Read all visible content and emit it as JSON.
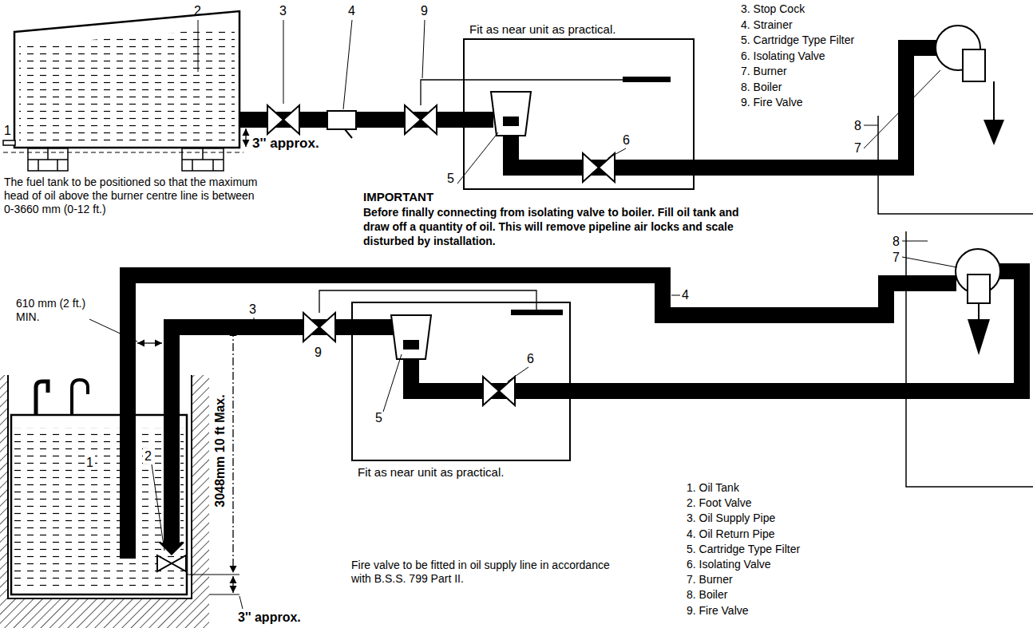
{
  "diagram": {
    "nodes": [
      {
        "text": [
          "Fit as near unit as practical."
        ]
      },
      {
        "text": [
          "Fit as near unit as practical."
        ]
      }
    ],
    "labels": [
      "3. Stop Cock",
      "4. Strainer",
      "5. Cartridge Type Filter",
      "6. Isolating Valve",
      "7. Burner",
      "8. Boiler",
      "9. Fire Valve",
      "2",
      "3",
      "4",
      "9",
      "1",
      "5",
      "6",
      "8",
      "7",
      "3'' approx.",
      "The fuel tank to be positioned so that the maximum head of oil above the burner centre line is between 0-3660 mm (0-12 ft.)",
      "IMPORTANT",
      "Before finally connecting from isolating valve to boiler. Fill oil tank and draw off a quantity of oil. This will remove pipeline air locks and scale disturbed by installation.",
      "610 mm (2 ft.) MIN.",
      "3",
      "4",
      "9",
      "5",
      "6",
      "8",
      "7",
      "1",
      "2",
      "3048mm 10 ft Max.",
      "3'' approx.",
      "Fire valve to be fitted in oil supply line in accordance with B.S.S. 799 Part II.",
      "1. Oil Tank",
      "2. Foot Valve",
      "3. Oil Supply Pipe",
      "4. Oil Return Pipe",
      "5. Cartridge Type Filter",
      "6. Isolating Valve",
      "7. Burner",
      "8. Boiler",
      "9. Fire Valve"
    ]
  }
}
